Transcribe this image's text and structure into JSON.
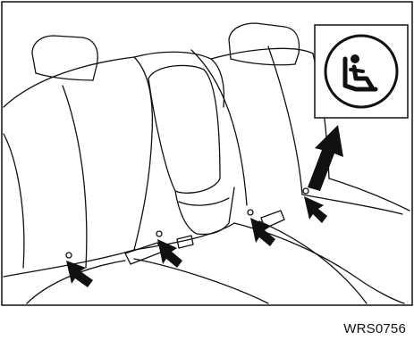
{
  "figure": {
    "reference_code": "WRS0756",
    "inset_icon": "child-seat-isofix-icon",
    "anchor_markers": [
      "left-anchor",
      "center-left-anchor",
      "center-right-anchor",
      "right-anchor"
    ],
    "line_color": "#111111",
    "background_color": "#ffffff"
  }
}
